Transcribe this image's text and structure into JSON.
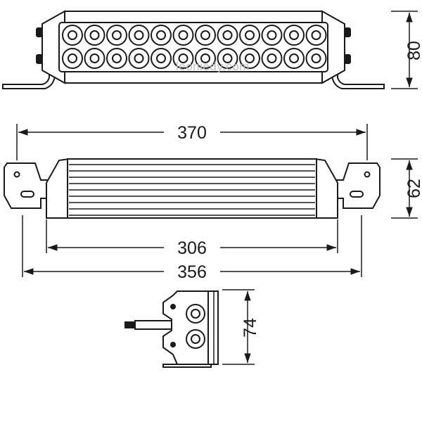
{
  "watermark": "leoniedy.com",
  "dimensions": {
    "front_height": "80",
    "overall_width": "370",
    "side_height": "62",
    "body_width": "306",
    "mount_width": "356",
    "end_height": "74"
  },
  "leds": {
    "rows": 2,
    "per_row": 12
  },
  "colors": {
    "line": "#1a1a1a",
    "fill": "#ffffff",
    "shade": "#e6e6e6"
  }
}
